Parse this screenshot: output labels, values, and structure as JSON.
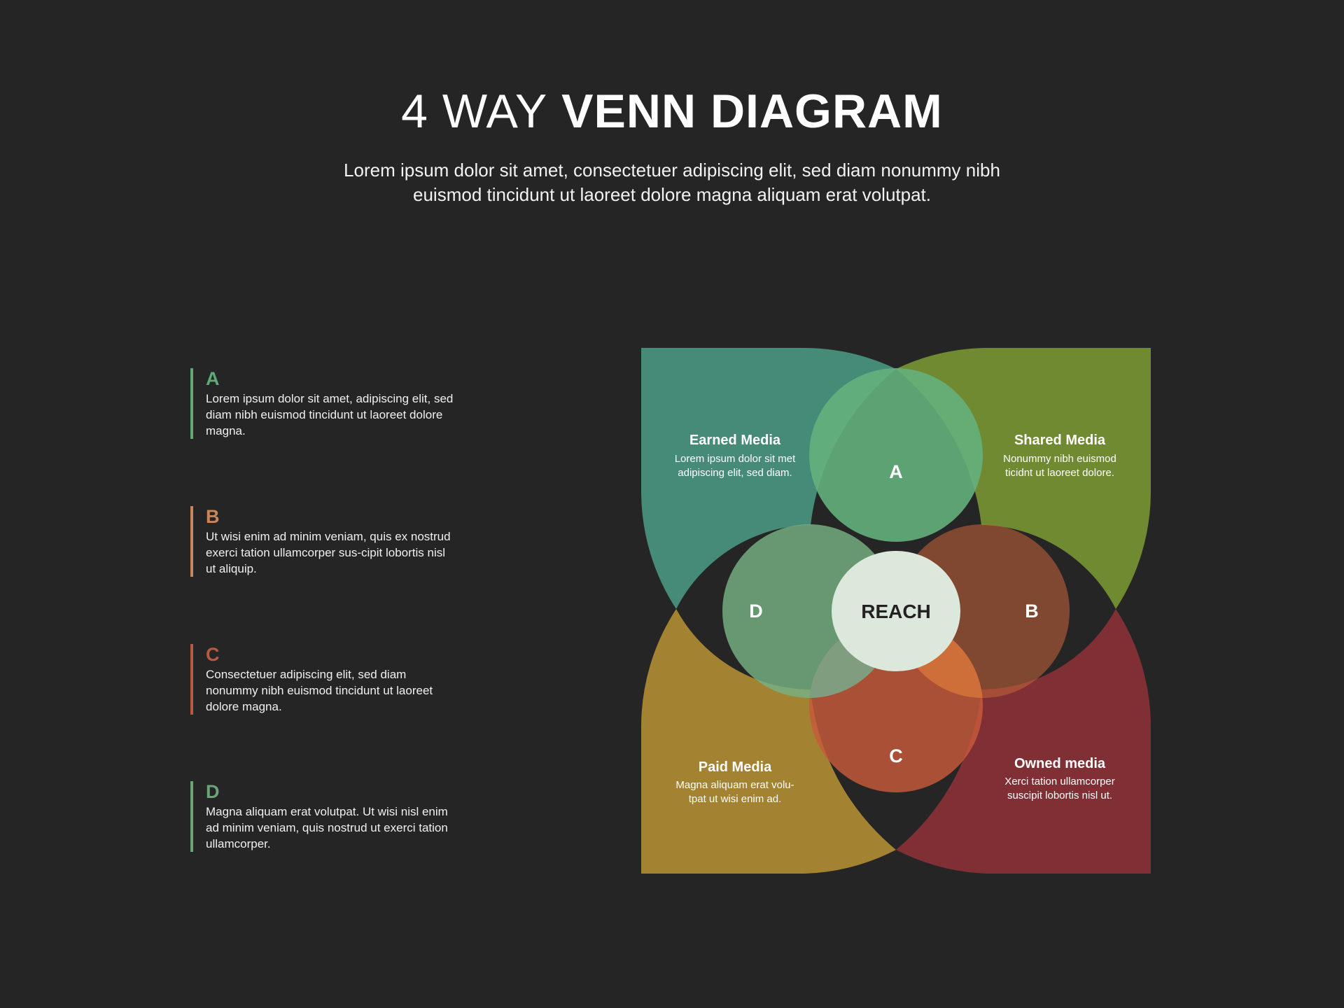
{
  "title": {
    "light": "4 WAY",
    "bold": "VENN DIAGRAM"
  },
  "subtitle": {
    "line1": "Lorem ipsum dolor sit amet, consectetuer adipiscing elit, sed diam nonummy nibh",
    "line2": "euismod tincidunt ut laoreet dolore magna aliquam erat volutpat."
  },
  "legend": [
    {
      "letter": "A",
      "color": "#5fa878",
      "text": "Lorem ipsum dolor sit amet, adipiscing elit, sed diam nibh euismod tincidunt ut laoreet dolore magna."
    },
    {
      "letter": "B",
      "color": "#c8875a",
      "text": "Ut wisi enim ad minim veniam, quis ex nostrud exerci tation ullamcorper sus-cipit lobortis nisl ut aliquip."
    },
    {
      "letter": "C",
      "color": "#b85a40",
      "text": "Consectetuer adipiscing elit, sed diam nonummy nibh euismod tincidunt ut laoreet dolore magna."
    },
    {
      "letter": "D",
      "color": "#6aa57a",
      "text": "Magna aliquam erat volutpat. Ut wisi nisl enim ad minim veniam, quis nostrud ut exerci tation ullamcorper."
    }
  ],
  "diagram": {
    "petals": {
      "earned": {
        "title": "Earned Media",
        "line1": "Lorem ipsum dolor sit met",
        "line2": "adipiscing elit, sed diam.",
        "color": "#468a78"
      },
      "shared": {
        "title": "Shared Media",
        "line1": "Nonummy nibh euismod",
        "line2": "ticidnt ut laoreet dolore.",
        "color": "#6f8a30"
      },
      "paid": {
        "title": "Paid Media",
        "line1": "Magna aliquam erat volu-",
        "line2": "tpat ut wisi enim ad.",
        "color": "#a38232"
      },
      "owned": {
        "title": "Owned media",
        "line1": "Xerci tation ullamcorper",
        "line2": "suscipit lobortis nisl ut.",
        "color": "#803035"
      }
    },
    "circles": {
      "A": {
        "label": "A",
        "color": "#64b07c"
      },
      "B": {
        "label": "B",
        "color": "#c0603a"
      },
      "C": {
        "label": "C",
        "color": "#c85a3a"
      },
      "D": {
        "label": "D",
        "color": "#76b282"
      }
    },
    "center": {
      "label": "REACH",
      "color": "#dde8dc",
      "text_color": "#222222"
    }
  }
}
